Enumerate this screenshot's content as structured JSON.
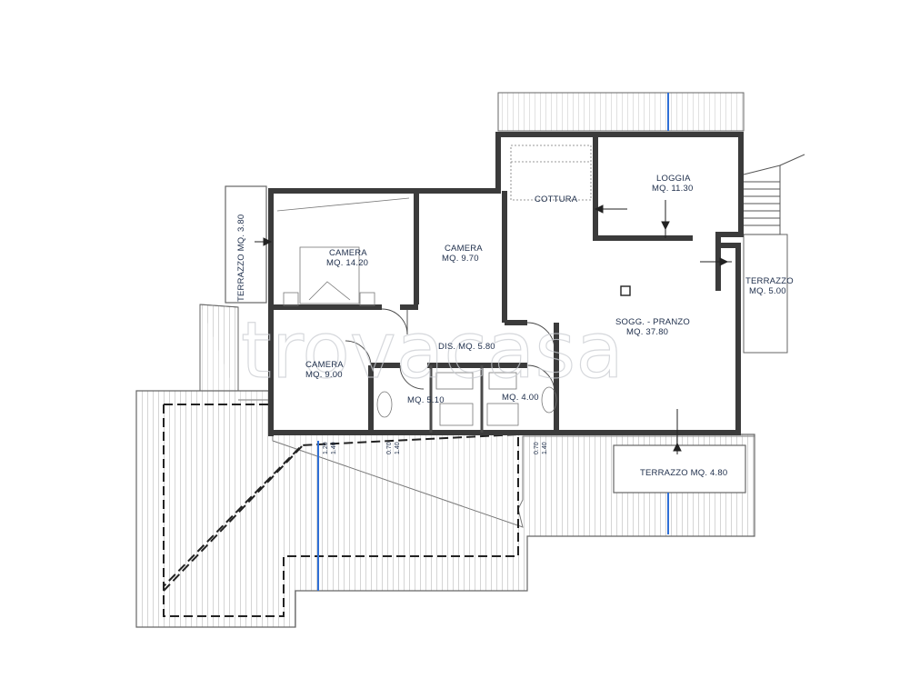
{
  "plan": {
    "rooms": [
      {
        "name": "CAMERA",
        "area": "MQ. 14.20"
      },
      {
        "name": "CAMERA",
        "area": "MQ. 9.70"
      },
      {
        "name": "CAMERA",
        "area": "MQ. 9.00"
      },
      {
        "name": "COTTURA"
      },
      {
        "name": "LOGGIA",
        "area": "MQ. 11.30"
      },
      {
        "name": "SOGG. - PRANZO",
        "area": "MQ. 37.80"
      },
      {
        "name": "DIS.",
        "area": "MQ. 5.80",
        "full": "DIS. MQ. 5.80"
      },
      {
        "full": "MQ. 5.10"
      },
      {
        "full": "MQ. 4.00"
      },
      {
        "name": "TERRAZZO",
        "area": "MQ. 5.00"
      },
      {
        "full": "TERRAZZO  MQ. 4.80"
      },
      {
        "full": "TERRAZZO  MQ. 3.80"
      }
    ],
    "dimensions": {
      "d1": {
        "top": "1.20",
        "bottom": "1.40"
      },
      "d2": {
        "top": "0.70",
        "bottom": "1.40"
      },
      "d3": {
        "top": "0.70",
        "bottom": "1.40"
      }
    },
    "watermark": "trovacasa"
  }
}
